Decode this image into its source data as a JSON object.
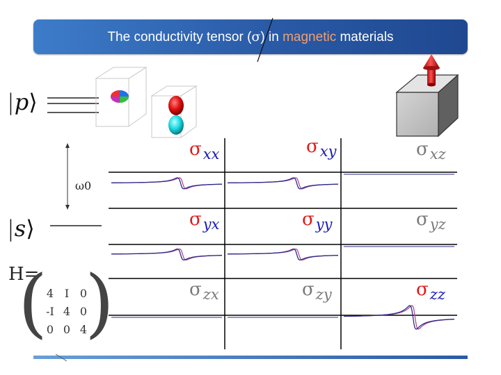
{
  "title": {
    "prefix": "The conductivity tensor (",
    "symbol": "σ",
    "middle": ") in ",
    "highlight": "magnetic",
    "suffix": " materials",
    "highlight_color": "#f0a070"
  },
  "levels": {
    "p_ket": "p",
    "s_ket": "s",
    "gap_label": "ω0"
  },
  "hamiltonian": {
    "label": "H=",
    "matrix": [
      [
        "4",
        "I",
        "0"
      ],
      [
        "-I",
        "4",
        "0"
      ],
      [
        "0",
        "0",
        "4"
      ]
    ]
  },
  "tensor": {
    "symbol": "σ",
    "rows": [
      [
        {
          "sub": "xx",
          "style": "active"
        },
        {
          "sub": "xy",
          "style": "active"
        },
        {
          "sub": "xz",
          "style": "inactive"
        }
      ],
      [
        {
          "sub": "yx",
          "style": "active"
        },
        {
          "sub": "yy",
          "style": "active"
        },
        {
          "sub": "yz",
          "style": "inactive"
        }
      ],
      [
        {
          "sub": "zx",
          "style": "inactive"
        },
        {
          "sub": "zy",
          "style": "inactive"
        },
        {
          "sub": "zz",
          "style": "active"
        }
      ]
    ],
    "colors": {
      "symbol": "#e01a1a",
      "subscript": "#1a1ab8",
      "inactive": "#7a7a7a"
    },
    "curve_colors": {
      "real": "#2b2b8a",
      "imag": "#b24a8c"
    }
  }
}
